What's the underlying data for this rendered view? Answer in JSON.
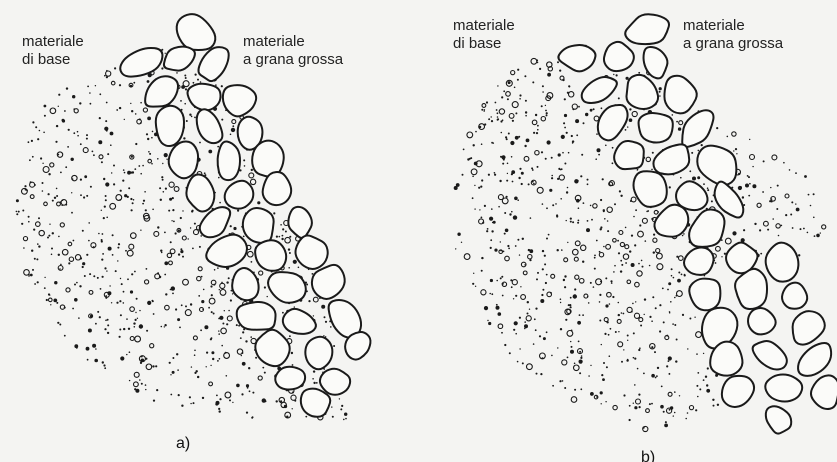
{
  "panels": [
    {
      "caption": "a)",
      "label_base": [
        "materiale",
        "di base"
      ],
      "label_coarse": [
        "materiale",
        "a grana grossa"
      ]
    },
    {
      "caption": "b)",
      "label_base": [
        "materiale",
        "di base"
      ],
      "label_coarse": [
        "materiale",
        "a grana grossa"
      ]
    }
  ],
  "colors": {
    "ink": "#1a1a1a",
    "paper": "#f4f4f2"
  }
}
